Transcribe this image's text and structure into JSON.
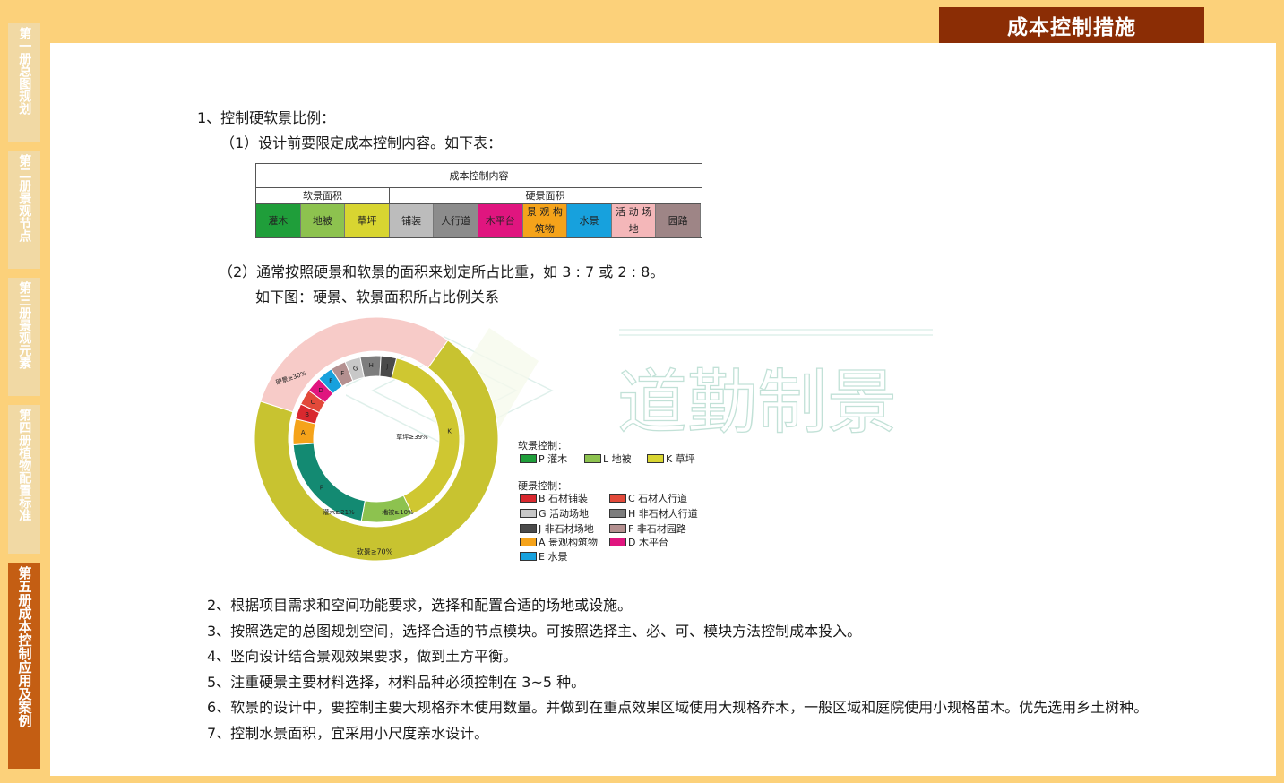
{
  "sidebar": {
    "volumes": [
      {
        "label": "第一册总图规划",
        "active": false
      },
      {
        "label": "第二册景观节点",
        "active": false
      },
      {
        "label": "第三册景观元素",
        "active": false
      },
      {
        "label": "第四册植物配置标准",
        "active": false
      },
      {
        "label": "第五册成本控制应用及案例",
        "active": true
      }
    ]
  },
  "header": {
    "title": "成本控制措施"
  },
  "content": {
    "item1": "1、控制硬软景比例：",
    "item1_sub1": "（1）设计前要限定成本控制内容。如下表：",
    "item1_sub2": "（2）通常按照硬景和软景的面积来划定所占比重，如 3 : 7 或 2 : 8。",
    "item1_sub2b": "如下图：硬景、软景面积所占比例关系",
    "items": [
      "2、根据项目需求和空间功能要求，选择和配置合适的场地或设施。",
      "3、按照选定的总图规划空间，选择合适的节点模块。可按照选择主、必、可、模块方法控制成本投入。",
      "4、竖向设计结合景观效果要求，做到土方平衡。",
      "5、注重硬景主要材料选择，材料品种必须控制在 3~5 种。",
      "6、软景的设计中，要控制主要大规格乔木使用数量。并做到在重点效果区域使用大规格乔木，一般区域和庭院使用小规格苗木。优先选用乡土树种。",
      "7、控制水景面积，宜采用小尺度亲水设计。"
    ]
  },
  "cost_table": {
    "title": "成本控制内容",
    "soft_header": "软景面积",
    "hard_header": "硬景面积",
    "cells": [
      {
        "label": "灌木",
        "color": "#1f9e3a"
      },
      {
        "label": "地被",
        "color": "#8dc24f"
      },
      {
        "label": "草坪",
        "color": "#d8d531"
      },
      {
        "label": "铺装",
        "color": "#bcbcbc"
      },
      {
        "label": "人行道",
        "color": "#8c8c8c"
      },
      {
        "label": "木平台",
        "color": "#e0157f"
      },
      {
        "label": "景 观 构 筑物",
        "color": "#f5a31a"
      },
      {
        "label": "水景",
        "color": "#17a1dd"
      },
      {
        "label": "活 动 场 地",
        "color": "#f4b7b9"
      },
      {
        "label": "园路",
        "color": "#9e8586"
      }
    ]
  },
  "chart_data": {
    "type": "pie",
    "outer_ring": [
      {
        "name": "硬景≥30%",
        "value": 30,
        "color": "#f7cbc8"
      },
      {
        "name": "软景≥70%",
        "value": 70,
        "color": "#c8c330"
      }
    ],
    "inner_ring": [
      {
        "name": "K",
        "value": 39,
        "color": "#cfc731"
      },
      {
        "name": "L",
        "value": 10,
        "color": "#8dc24f"
      },
      {
        "name": "P",
        "value": 21,
        "color": "#138a72"
      },
      {
        "name": "A",
        "value": 5,
        "color": "#f5a31a"
      },
      {
        "name": "B",
        "value": 3,
        "color": "#d9282e"
      },
      {
        "name": "C",
        "value": 3,
        "color": "#e2493a"
      },
      {
        "name": "D",
        "value": 3,
        "color": "#e0157f"
      },
      {
        "name": "E",
        "value": 3,
        "color": "#17a1dd"
      },
      {
        "name": "F",
        "value": 3,
        "color": "#b49090"
      },
      {
        "name": "G",
        "value": 3,
        "color": "#c8c8c8"
      },
      {
        "name": "H",
        "value": 4,
        "color": "#7d7d7d"
      },
      {
        "name": "J",
        "value": 3,
        "color": "#4a4a4a"
      }
    ],
    "inner_labels": {
      "K": "草坪≥39%",
      "P": "灌木≥21%",
      "L": "地被≥10%"
    },
    "outer_labels": {
      "hard": "硬景≥30%",
      "soft": "软景≥70%"
    }
  },
  "legend": {
    "soft_title": "软景控制：",
    "hard_title": "硬景控制：",
    "soft": [
      {
        "label": "P 灌木",
        "color": "#1f9e3a"
      },
      {
        "label": "L 地被",
        "color": "#8dc24f"
      },
      {
        "label": "K 草坪",
        "color": "#d8d531"
      }
    ],
    "hard": [
      {
        "label": "B 石材铺装",
        "color": "#d9282e"
      },
      {
        "label": "C 石材人行道",
        "color": "#e2493a"
      },
      {
        "label": "G 活动场地",
        "color": "#c8c8c8"
      },
      {
        "label": "H 非石材人行道",
        "color": "#7d7d7d"
      },
      {
        "label": "J 非石材场地",
        "color": "#4a4a4a"
      },
      {
        "label": "F 非石材园路",
        "color": "#b49090"
      },
      {
        "label": "A 景观构筑物",
        "color": "#f5a31a"
      },
      {
        "label": "D 木平台",
        "color": "#e0157f"
      },
      {
        "label": "E 水景",
        "color": "#17a1dd"
      }
    ]
  },
  "watermark": {
    "text": "道勤制景"
  }
}
